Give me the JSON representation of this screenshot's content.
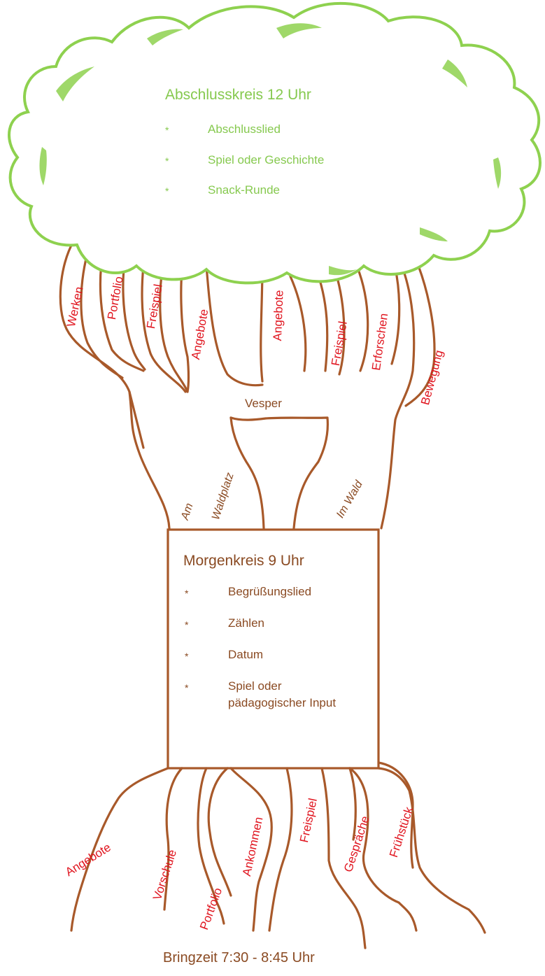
{
  "cloud": {
    "title": "Abschlusskreis 12 Uhr",
    "bullet": "*",
    "items": [
      "Abschlusslied",
      "Spiel oder Geschichte",
      "Snack-Runde"
    ]
  },
  "upper_branches": [
    "Werken",
    "Portfolio",
    "Freispiel",
    "Angebote",
    "Angebote",
    "Freispiel",
    "Erforschen",
    "Bewegung"
  ],
  "vesper_label": "Vesper",
  "paths": {
    "am": "Am",
    "waldplatz": "Waldplatz",
    "im_wald": "Im Wald"
  },
  "box": {
    "title": "Morgenkreis 9 Uhr",
    "bullet": "*",
    "items": [
      "Begrüßungslied",
      "Zählen",
      "Datum",
      "Spiel oder",
      "pädagogischer Input"
    ]
  },
  "roots": [
    "Angebote",
    "Vorschule",
    "Portfolio",
    "Ankommen",
    "Freispiel",
    "Gespräche",
    "Frühstück"
  ],
  "footer": "Bringzeit 7:30 - 8:45 Uhr",
  "colors": {
    "brown": "#a8592a",
    "cloud_green": "#8ed14f",
    "label_red": "#e0141e"
  }
}
